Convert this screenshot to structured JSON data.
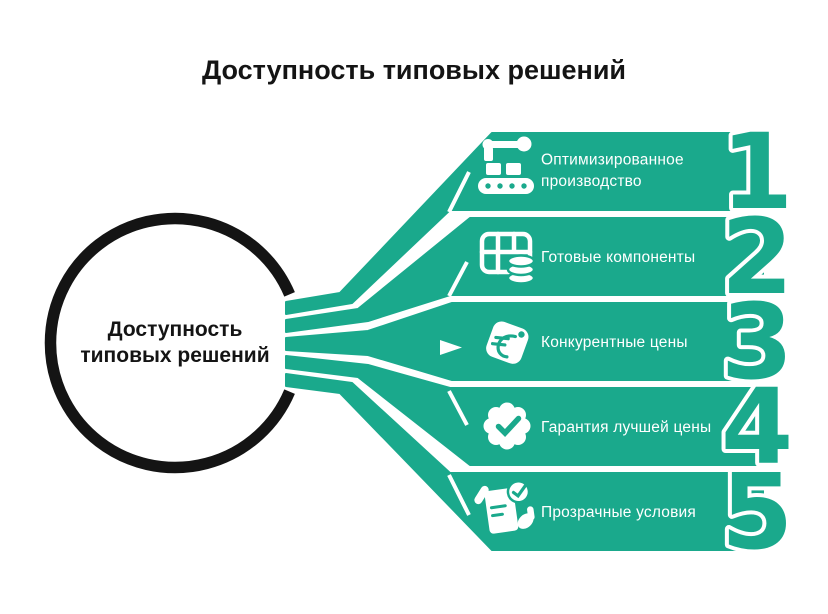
{
  "title": "Доступность типовых решений",
  "circle": {
    "line1": "Доступность",
    "line2": "типовых решений"
  },
  "items": [
    {
      "number": "1",
      "label_lines": [
        "Оптимизированное",
        "производство"
      ],
      "icon": "robot-arm-conveyor-icon"
    },
    {
      "number": "2",
      "label_lines": [
        "Готовые компоненты"
      ],
      "icon": "components-table-coins-icon"
    },
    {
      "number": "3",
      "label_lines": [
        "Конкурентные цены"
      ],
      "icon": "price-tag-icon"
    },
    {
      "number": "4",
      "label_lines": [
        "Гарантия лучшей цены"
      ],
      "icon": "badge-check-icon"
    },
    {
      "number": "5",
      "label_lines": [
        "Прозрачные условия"
      ],
      "icon": "document-check-icon"
    }
  ],
  "colors": {
    "teal": "#1AA98C",
    "black": "#141414",
    "white": "#ffffff",
    "background": "#ffffff"
  }
}
